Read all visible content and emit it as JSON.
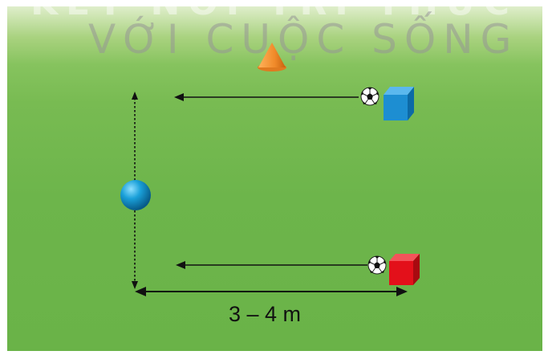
{
  "watermark": {
    "top_line": "KẾT NỐI TRI THỨC",
    "main_line": "VỚI CUỘC SỐNG"
  },
  "diagram": {
    "distance_label": "3 – 4 m",
    "colors": {
      "field": "#6db54b",
      "cone": "#f08a2a",
      "blue_cube": "#1d8ed2",
      "red_cube": "#e3101a",
      "ball_marker": "#1aa0d9",
      "arrow": "#111111"
    },
    "objects": [
      {
        "kind": "cone",
        "icon": "cone-icon"
      },
      {
        "kind": "blue-cube",
        "icon": "cube-icon"
      },
      {
        "kind": "red-cube",
        "icon": "cube-icon"
      },
      {
        "kind": "soccer-ball",
        "icon": "soccer-ball-icon"
      },
      {
        "kind": "soccer-ball",
        "icon": "soccer-ball-icon"
      },
      {
        "kind": "sphere-marker",
        "icon": "sphere-icon"
      }
    ]
  }
}
